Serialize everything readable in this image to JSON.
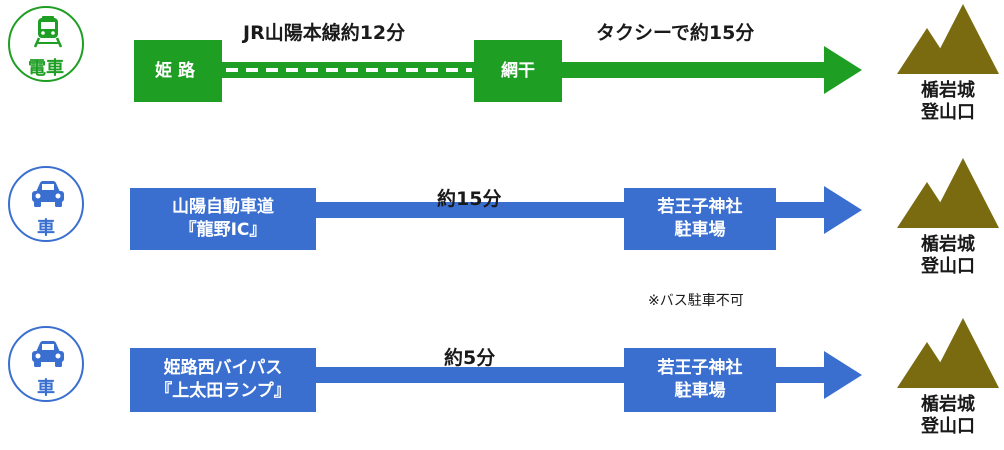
{
  "colors": {
    "train_green": "#1e9e23",
    "car_blue": "#3a6fd0",
    "mountain": "#7a6a10"
  },
  "routes": [
    {
      "mode": {
        "icon": "train-icon",
        "label": "電車"
      },
      "start": "姫路",
      "leg1": "JR山陽本線約12分",
      "transfer": "網干",
      "leg2": "タクシーで約15分",
      "destination": "楯岩城\n登山口"
    },
    {
      "mode": {
        "icon": "car-icon",
        "label": "車"
      },
      "start": "山陽自動車道\n『龍野IC』",
      "leg1": "約15分",
      "transfer": "若王子神社\n駐車場",
      "destination": "楯岩城\n登山口",
      "note": "※バス駐車不可"
    },
    {
      "mode": {
        "icon": "car-icon",
        "label": "車"
      },
      "start": "姫路西バイパス\n『上太田ランプ』",
      "leg1": "約5分",
      "transfer": "若王子神社\n駐車場",
      "destination": "楯岩城\n登山口"
    }
  ]
}
